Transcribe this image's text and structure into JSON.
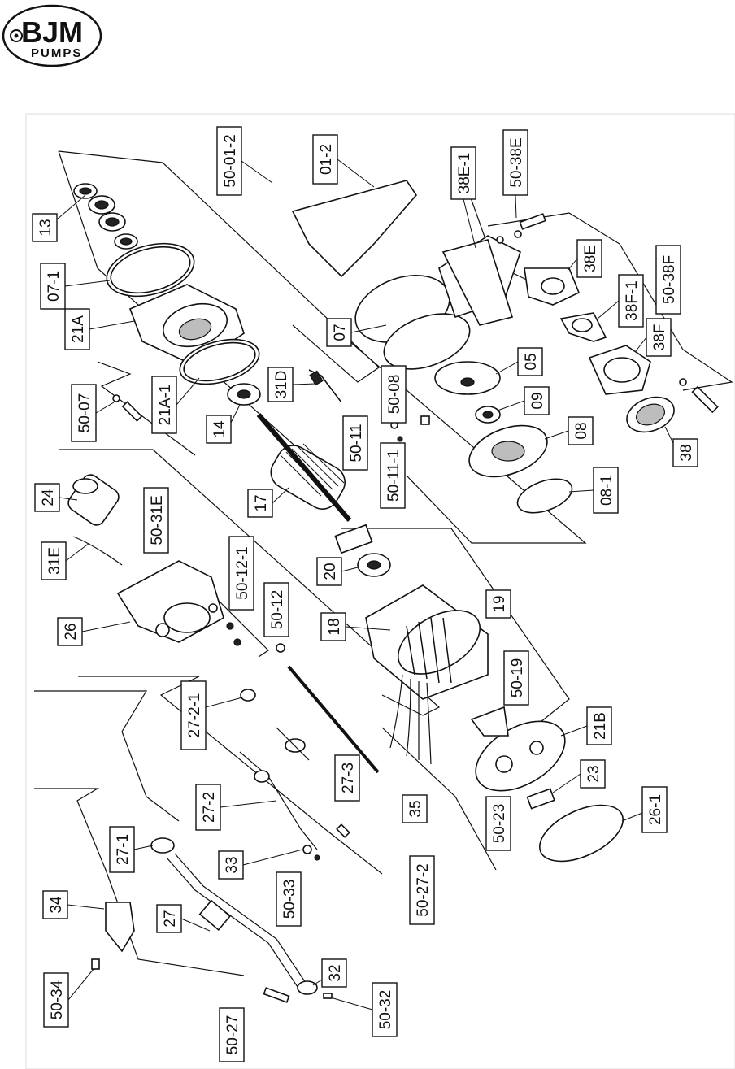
{
  "brand": {
    "name": "BJM",
    "sub": "PUMPS"
  },
  "callouts": [
    {
      "id": "13",
      "label": "13"
    },
    {
      "id": "07-1",
      "label": "07-1"
    },
    {
      "id": "21A",
      "label": "21A"
    },
    {
      "id": "50-07",
      "label": "50-07"
    },
    {
      "id": "21A-1",
      "label": "21A-1"
    },
    {
      "id": "14",
      "label": "14"
    },
    {
      "id": "31D",
      "label": "31D"
    },
    {
      "id": "50-01-2",
      "label": "50-01-2"
    },
    {
      "id": "01-2",
      "label": "01-2"
    },
    {
      "id": "38E-1",
      "label": "38E-1"
    },
    {
      "id": "50-38E",
      "label": "50-38E"
    },
    {
      "id": "38E",
      "label": "38E"
    },
    {
      "id": "50-38F",
      "label": "50-38F"
    },
    {
      "id": "38F-1",
      "label": "38F-1"
    },
    {
      "id": "38F",
      "label": "38F"
    },
    {
      "id": "07",
      "label": "07"
    },
    {
      "id": "05",
      "label": "05"
    },
    {
      "id": "09",
      "label": "09"
    },
    {
      "id": "50-08",
      "label": "50-08"
    },
    {
      "id": "08",
      "label": "08"
    },
    {
      "id": "38",
      "label": "38"
    },
    {
      "id": "50-11",
      "label": "50-11"
    },
    {
      "id": "50-11-1",
      "label": "50-11-1"
    },
    {
      "id": "08-1",
      "label": "08-1"
    },
    {
      "id": "24",
      "label": "24"
    },
    {
      "id": "50-31E",
      "label": "50-31E"
    },
    {
      "id": "31E",
      "label": "31E"
    },
    {
      "id": "17",
      "label": "17"
    },
    {
      "id": "20",
      "label": "20"
    },
    {
      "id": "50-12-1",
      "label": "50-12-1"
    },
    {
      "id": "26",
      "label": "26"
    },
    {
      "id": "50-12",
      "label": "50-12"
    },
    {
      "id": "18",
      "label": "18"
    },
    {
      "id": "19",
      "label": "19"
    },
    {
      "id": "50-19",
      "label": "50-19"
    },
    {
      "id": "27-2-1",
      "label": "27-2-1"
    },
    {
      "id": "21B",
      "label": "21B"
    },
    {
      "id": "27-3",
      "label": "27-3"
    },
    {
      "id": "23",
      "label": "23"
    },
    {
      "id": "27-2",
      "label": "27-2"
    },
    {
      "id": "35",
      "label": "35"
    },
    {
      "id": "50-23",
      "label": "50-23"
    },
    {
      "id": "26-1",
      "label": "26-1"
    },
    {
      "id": "27-1",
      "label": "27-1"
    },
    {
      "id": "33",
      "label": "33"
    },
    {
      "id": "50-33",
      "label": "50-33"
    },
    {
      "id": "50-27-2",
      "label": "50-27-2"
    },
    {
      "id": "34",
      "label": "34"
    },
    {
      "id": "27",
      "label": "27"
    },
    {
      "id": "32",
      "label": "32"
    },
    {
      "id": "50-34",
      "label": "50-34"
    },
    {
      "id": "50-32",
      "label": "50-32"
    },
    {
      "id": "50-27",
      "label": "50-27"
    }
  ]
}
